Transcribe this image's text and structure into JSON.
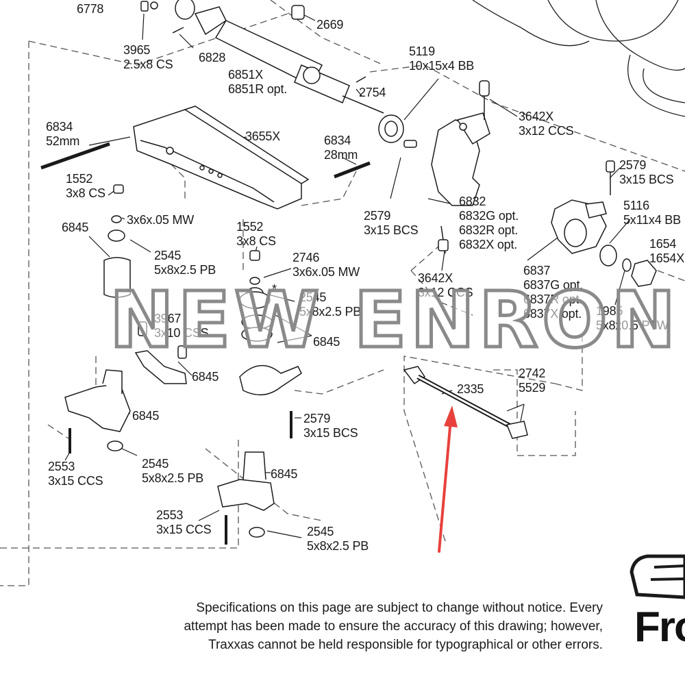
{
  "labels": {
    "l6778": [
      "6778"
    ],
    "l3965": [
      "3965",
      "2.5x8 CS"
    ],
    "l6828": [
      "6828"
    ],
    "l2669": [
      "2669"
    ],
    "l6851": [
      "6851X",
      "6851R opt."
    ],
    "l2754": [
      "2754"
    ],
    "l5119": [
      "5119",
      "10x15x4 BB"
    ],
    "l3642a": [
      "3642X",
      "3x12 CCS"
    ],
    "l6834a": [
      "6834",
      "52mm"
    ],
    "l3655": [
      "3655X"
    ],
    "l6834b": [
      "6834",
      "28mm"
    ],
    "l2579a": [
      "2579",
      "3x15 BCS"
    ],
    "l1552a": [
      "1552",
      "3x8 CS"
    ],
    "l3x6a": [
      "3x6x.05 MW"
    ],
    "l6845a": [
      "6845"
    ],
    "l2545a": [
      "2545",
      "5x8x2.5 PB"
    ],
    "l2579b": [
      "2579",
      "3x15 BCS"
    ],
    "l6832": [
      "6832",
      "6832G opt.",
      "6832R opt.",
      "6832X opt."
    ],
    "l5116": [
      "5116",
      "5x11x4 BB"
    ],
    "l1654": [
      "1654",
      "1654X"
    ],
    "l1552b": [
      "1552",
      "3x8 CS"
    ],
    "l2746": [
      "2746",
      "3x6x.05 MW"
    ],
    "l3642b": [
      "3642X",
      "3x12 CCS"
    ],
    "l6837": [
      "6837",
      "6837G opt.",
      "6837R opt.",
      "6837X opt."
    ],
    "l1985": [
      "1985",
      "5x8x0.5 PTW"
    ],
    "l2545b": [
      "2545",
      "5x8x2.5 PB"
    ],
    "l3967": [
      "3967",
      "3x10 CSS"
    ],
    "l6845b": [
      "6845"
    ],
    "l6845c": [
      "6845"
    ],
    "l6845d": [
      "6845"
    ],
    "l2335": [
      "2335"
    ],
    "l2742": [
      "2742",
      "5529"
    ],
    "l2579c": [
      "2579",
      "3x15 BCS"
    ],
    "l2553a": [
      "2553",
      "3x15 CCS"
    ],
    "l2545c": [
      "2545",
      "5x8x2.5 PB"
    ],
    "l6845e": [
      "6845"
    ],
    "l2553b": [
      "2553",
      "3x15 CCS"
    ],
    "l2545d": [
      "2545",
      "5x8x2.5 PB"
    ]
  },
  "asterisk": "*",
  "watermark": "NEW ENRON",
  "disclaimer": [
    "Specifications on this page are subject to change without notice.  Every",
    "attempt has been made to ensure the accuracy of this drawing; however,",
    "Traxxas cannot be held responsible for typographical or other errors."
  ],
  "brand_text": "Fro",
  "colors": {
    "line": "#1a1a1a",
    "dashed": "#555555",
    "arrow": "#e8413c",
    "watermark_stroke": "#8a8a8a"
  }
}
